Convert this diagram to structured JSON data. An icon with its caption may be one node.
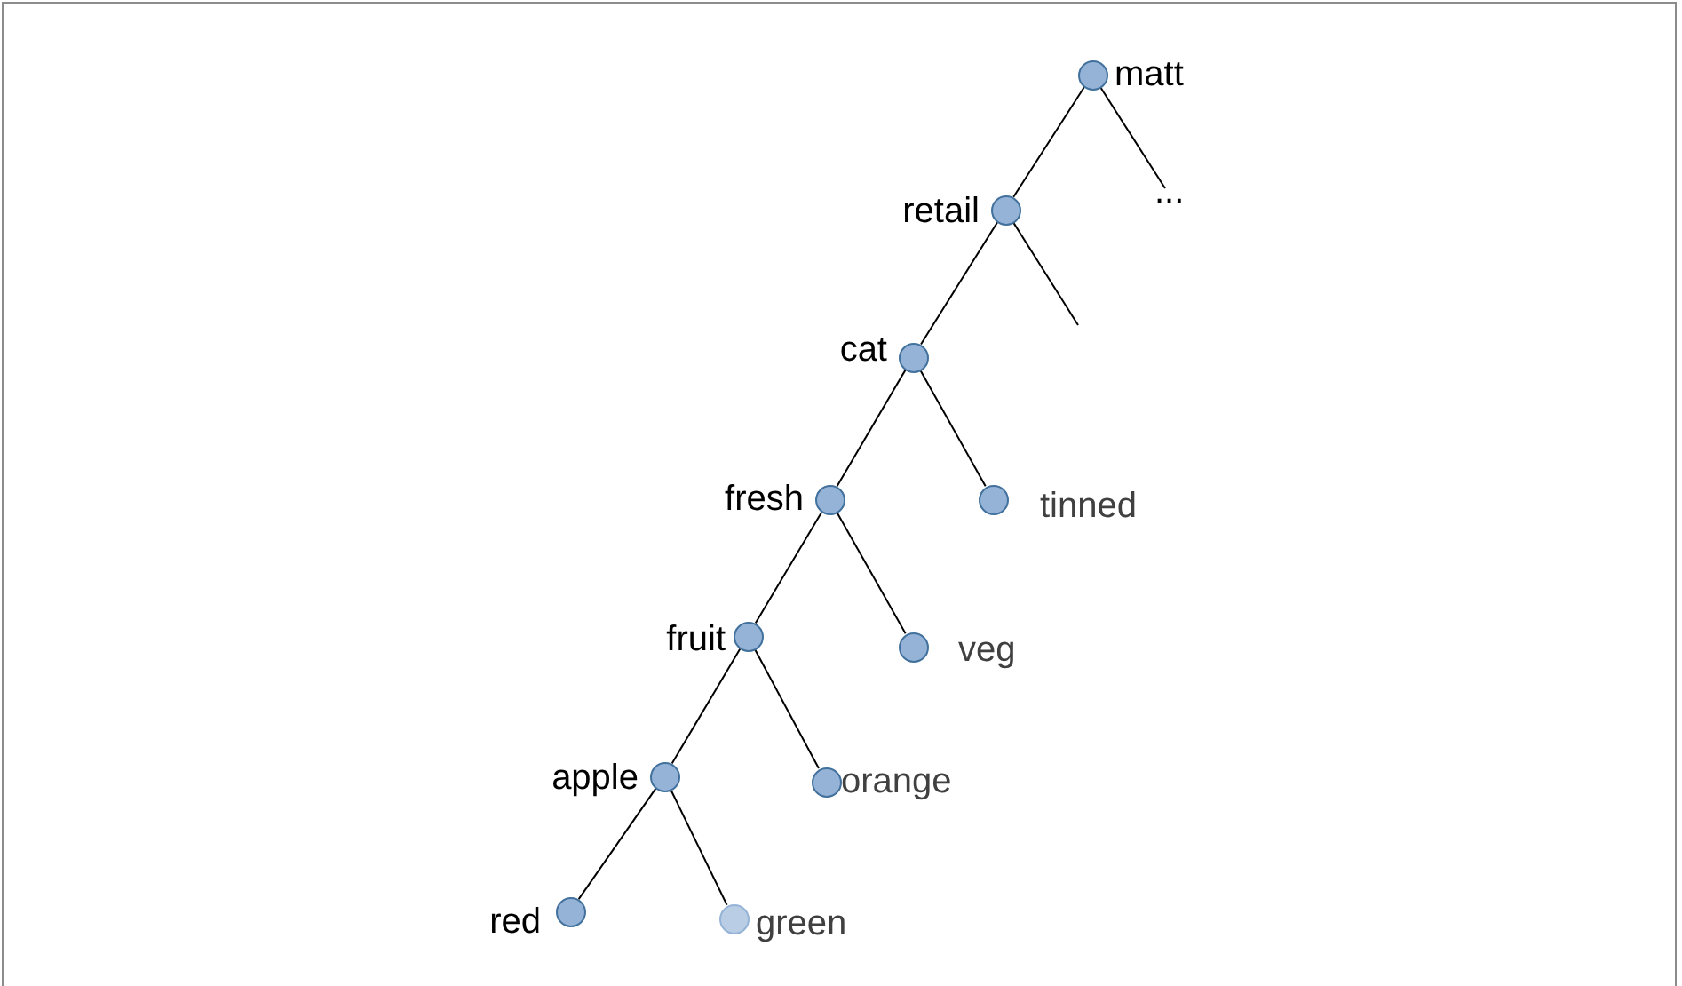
{
  "diagram": {
    "nodes": [
      {
        "text": [],
        "shape": "circle",
        "beside": [
          "matt"
        ]
      },
      {
        "text": [],
        "shape": "circle",
        "beside": [
          "retail"
        ]
      },
      {
        "text": [
          "..."
        ]
      },
      {
        "text": [],
        "shape": "circle",
        "beside": [
          "cat"
        ]
      },
      {
        "text": [],
        "shape": "circle",
        "beside": [
          "fresh"
        ]
      },
      {
        "text": [],
        "shape": "circle",
        "beside": [
          "tinned"
        ]
      },
      {
        "text": [],
        "shape": "circle",
        "beside": [
          "fruit"
        ]
      },
      {
        "text": [],
        "shape": "circle",
        "beside": [
          "veg"
        ]
      },
      {
        "text": [],
        "shape": "circle",
        "beside": [
          "apple"
        ]
      },
      {
        "text": [],
        "shape": "circle",
        "beside": [
          "orange"
        ]
      },
      {
        "text": [],
        "shape": "circle",
        "beside": [
          "red"
        ]
      },
      {
        "text": [],
        "shape": "circle",
        "beside": [
          "green"
        ]
      }
    ],
    "edges": [
      {
        "from": 0,
        "to": 1,
        "arrow": "none"
      },
      {
        "from": 0,
        "to": 2,
        "arrow": "none"
      },
      {
        "from": 1,
        "to": 3,
        "arrow": "none"
      },
      {
        "from": 1,
        "to": null,
        "arrow": "none"
      },
      {
        "from": 3,
        "to": 4,
        "arrow": "none"
      },
      {
        "from": 3,
        "to": 5,
        "arrow": "none"
      },
      {
        "from": 4,
        "to": 6,
        "arrow": "none"
      },
      {
        "from": 4,
        "to": 7,
        "arrow": "none"
      },
      {
        "from": 6,
        "to": 8,
        "arrow": "none"
      },
      {
        "from": 6,
        "to": 9,
        "arrow": "none"
      },
      {
        "from": 8,
        "to": 10,
        "arrow": "none"
      },
      {
        "from": 8,
        "to": 11,
        "arrow": "none"
      }
    ]
  }
}
